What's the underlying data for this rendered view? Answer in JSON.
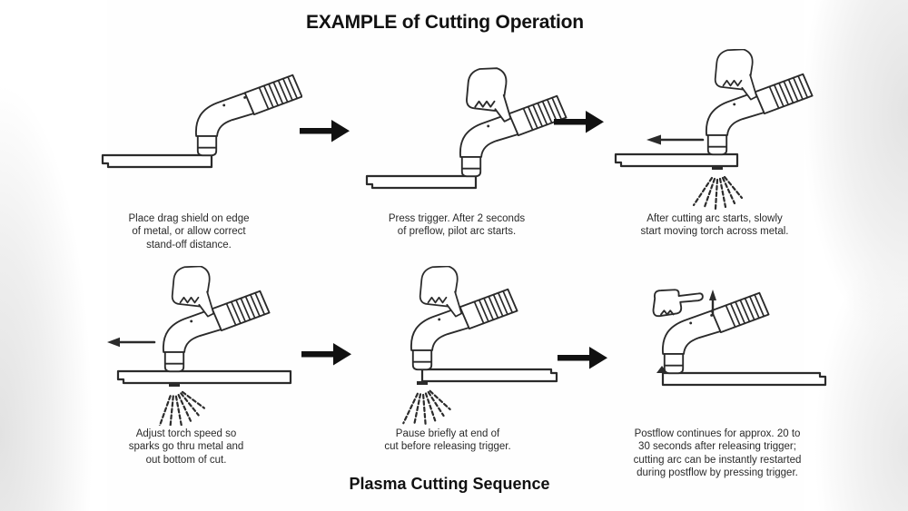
{
  "header": {
    "title": "EXAMPLE of Cutting Operation"
  },
  "footer": {
    "title": "Plasma Cutting Sequence"
  },
  "steps": [
    {
      "name": "place-drag-shield",
      "caption": "Place drag shield on edge\nof metal, or allow correct\nstand-off distance."
    },
    {
      "name": "press-trigger",
      "caption": "Press trigger. After 2 seconds\nof preflow, pilot arc starts."
    },
    {
      "name": "start-moving-torch",
      "caption": "After cutting arc starts, slowly\nstart moving torch across metal."
    },
    {
      "name": "adjust-torch-speed",
      "caption": "Adjust torch speed so\nsparks go thru metal and\nout bottom of cut."
    },
    {
      "name": "pause-at-end-of-cut",
      "caption": "Pause briefly at end of\ncut before releasing trigger."
    },
    {
      "name": "postflow",
      "caption": "Postflow continues for approx. 20 to\n30 seconds after releasing trigger;\ncutting arc can be instantly restarted\nduring postflow by pressing trigger."
    }
  ],
  "icons": {
    "next_step_arrow": "right-arrow",
    "torch": "plasma-torch",
    "hand_press": "hand-pressing-trigger",
    "hand_release": "hand-released-pointing",
    "sparks": "spark-spray",
    "move_direction": "left-arrow"
  },
  "colors": {
    "line": "#2b2b2b",
    "arrow": "#111111",
    "background": "#fefefe"
  }
}
